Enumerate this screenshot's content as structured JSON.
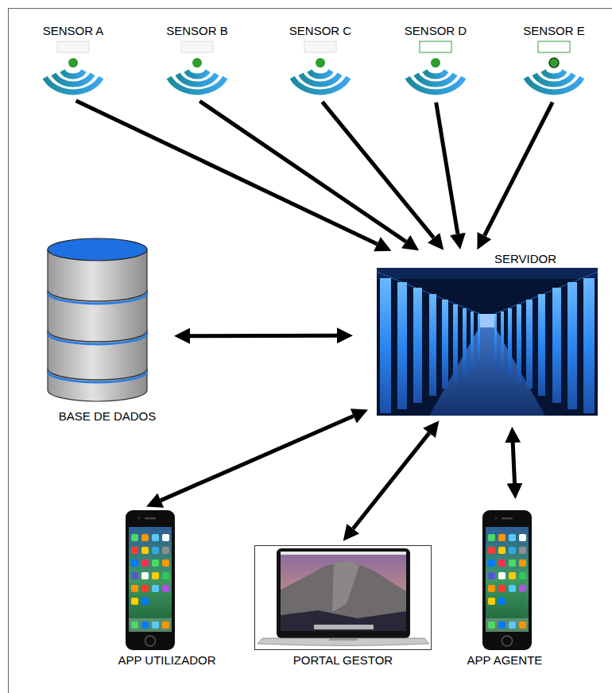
{
  "diagram": {
    "nodes": [
      {
        "text": [
          "SENSOR A"
        ]
      },
      {
        "text": [
          "SENSOR B"
        ]
      },
      {
        "text": [
          "SENSOR C"
        ]
      },
      {
        "text": [
          "SENSOR D"
        ]
      },
      {
        "text": [
          "SENSOR E"
        ]
      },
      {
        "text": [
          "SERVIDOR"
        ]
      },
      {
        "text": [
          "BASE DE DADOS"
        ]
      },
      {
        "text": [
          "APP UTILIZADOR"
        ]
      },
      {
        "text": [
          "PORTAL GESTOR"
        ]
      },
      {
        "text": [
          "APP AGENTE"
        ]
      }
    ],
    "edges": [
      {
        "from": 0,
        "to": 5,
        "arrow": "to"
      },
      {
        "from": 1,
        "to": 5,
        "arrow": "to"
      },
      {
        "from": 2,
        "to": 5,
        "arrow": "to"
      },
      {
        "from": 3,
        "to": 5,
        "arrow": "to"
      },
      {
        "from": 4,
        "to": 5,
        "arrow": "to"
      },
      {
        "from": 6,
        "to": 5,
        "arrow": "both"
      },
      {
        "from": 5,
        "to": 7,
        "arrow": "both"
      },
      {
        "from": 5,
        "to": 8,
        "arrow": "both"
      },
      {
        "from": 5,
        "to": 9,
        "arrow": "both"
      }
    ]
  }
}
